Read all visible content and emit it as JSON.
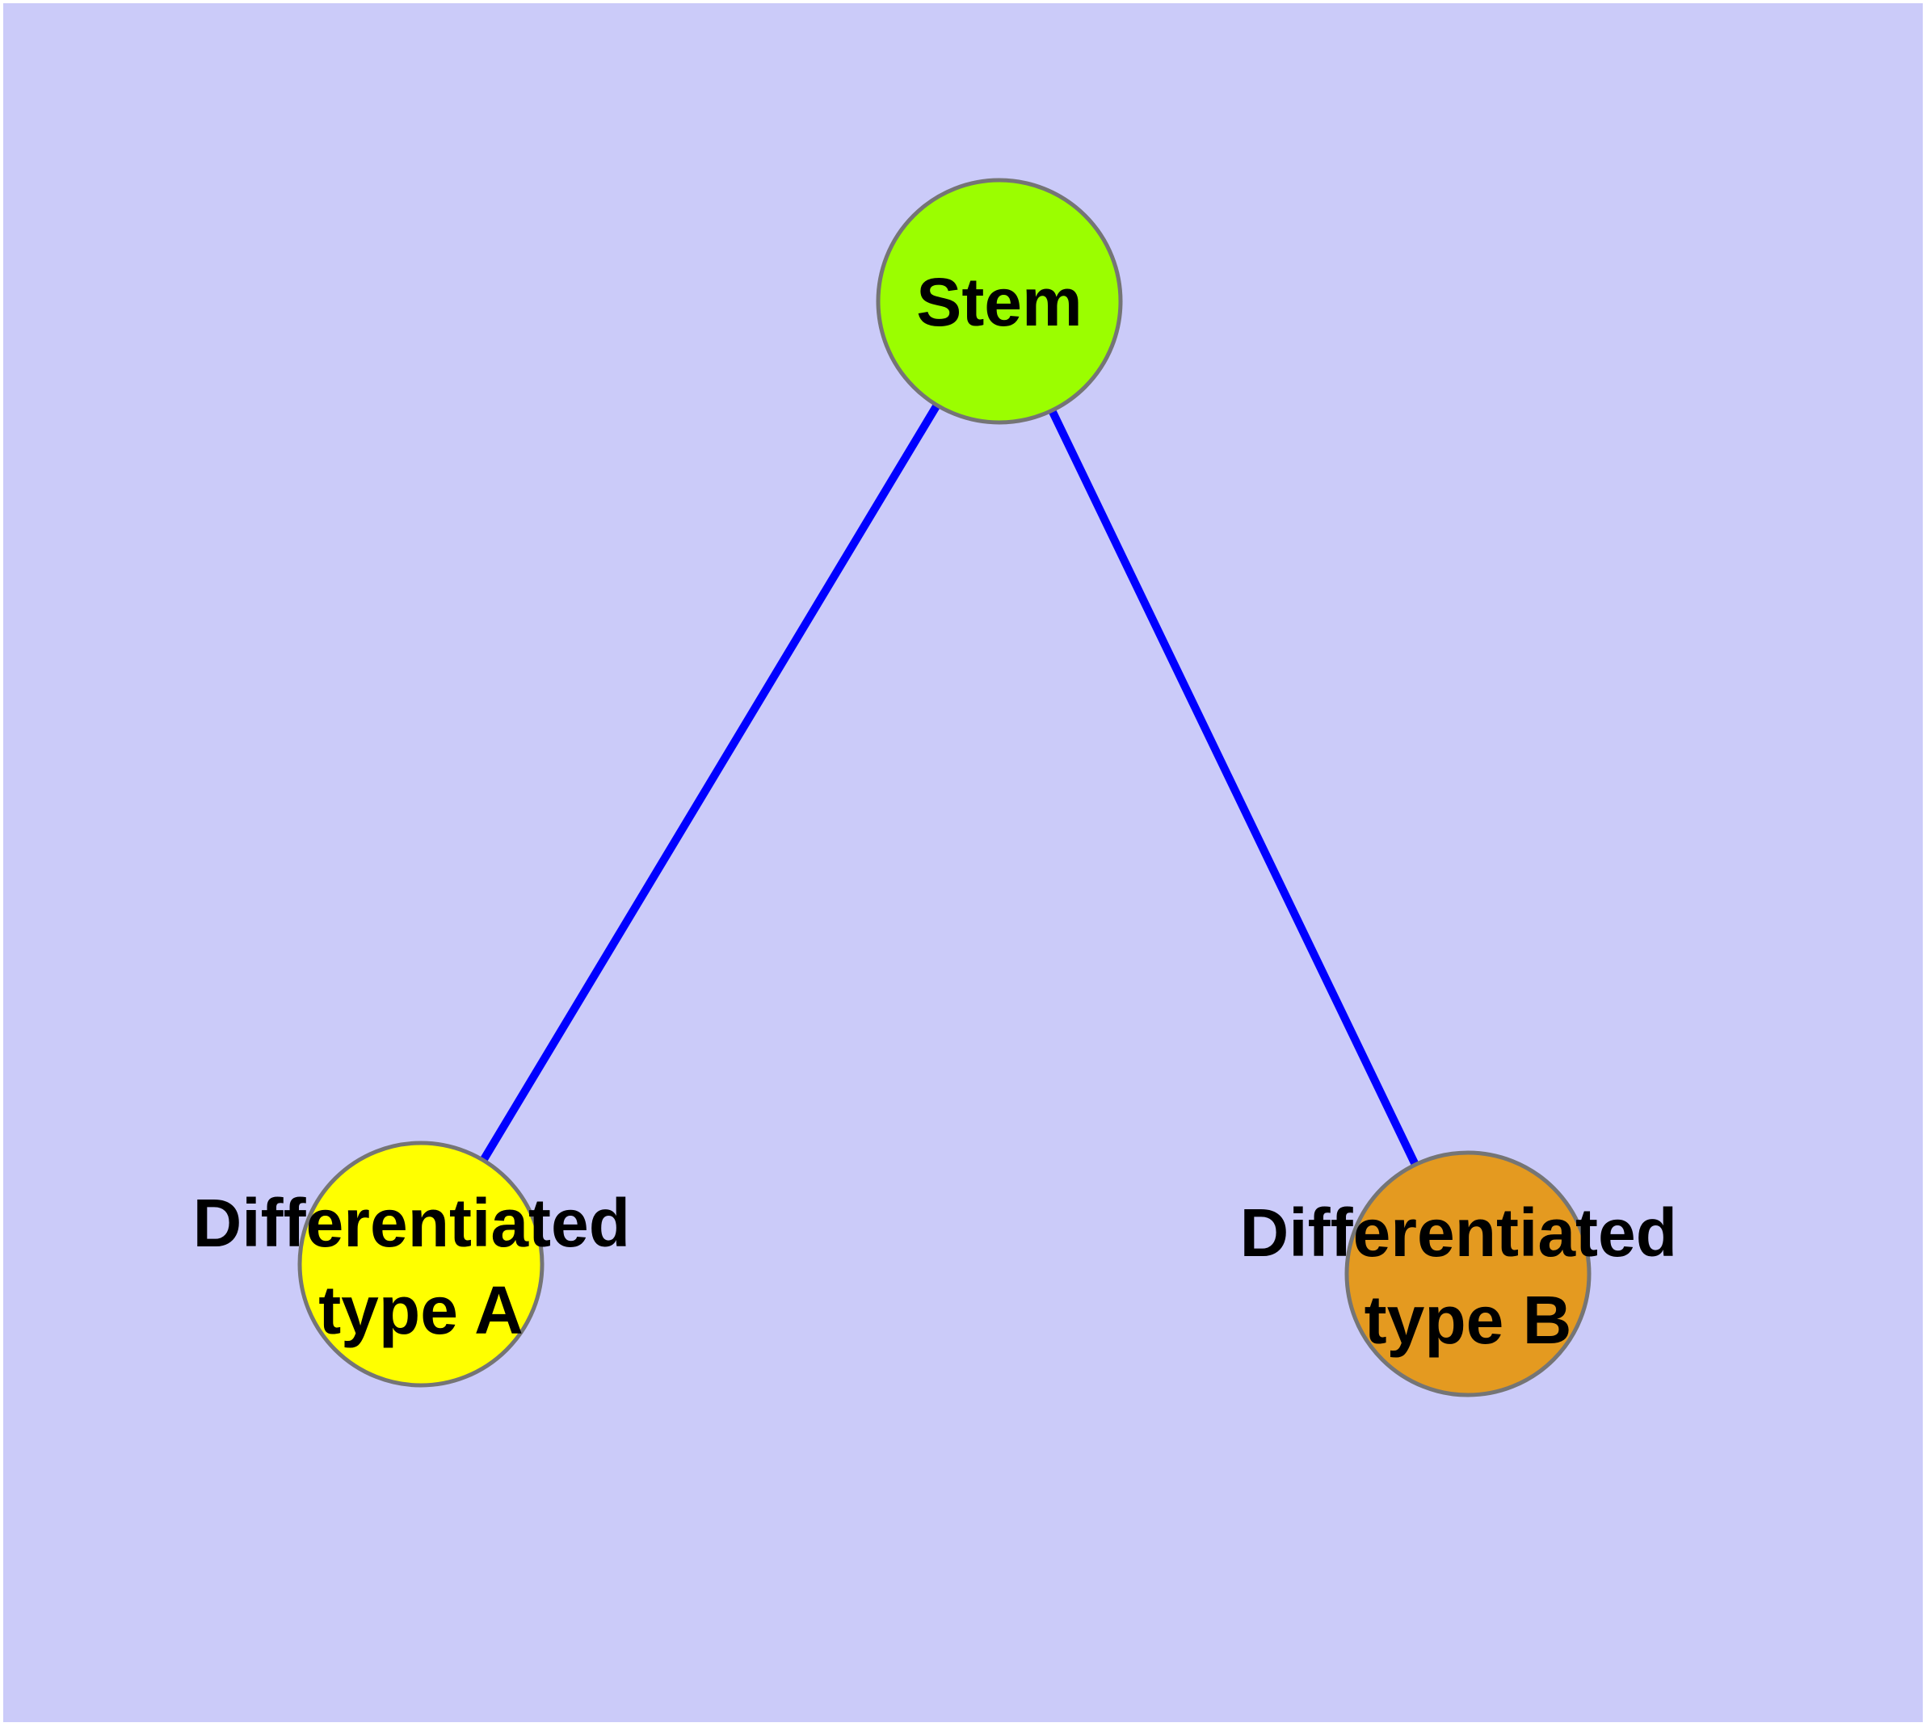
{
  "diagram": {
    "background_color": "#CBCBF9",
    "edge_color": "#0000FF",
    "node_border_color": "#757575",
    "label_color": "#000000",
    "nodes": {
      "stem": {
        "label": "Stem",
        "fill": "#9BFE00"
      },
      "type_a": {
        "label_line1": "Differentiated",
        "label_line2": "type A",
        "fill": "#FFFF00"
      },
      "type_b": {
        "label_line1": "Differentiated",
        "label_line2": "type B",
        "fill": "#E49A20"
      }
    },
    "edges": [
      {
        "from": "Stem",
        "to": "Differentiated type A"
      },
      {
        "from": "Stem",
        "to": "Differentiated type B"
      }
    ]
  }
}
